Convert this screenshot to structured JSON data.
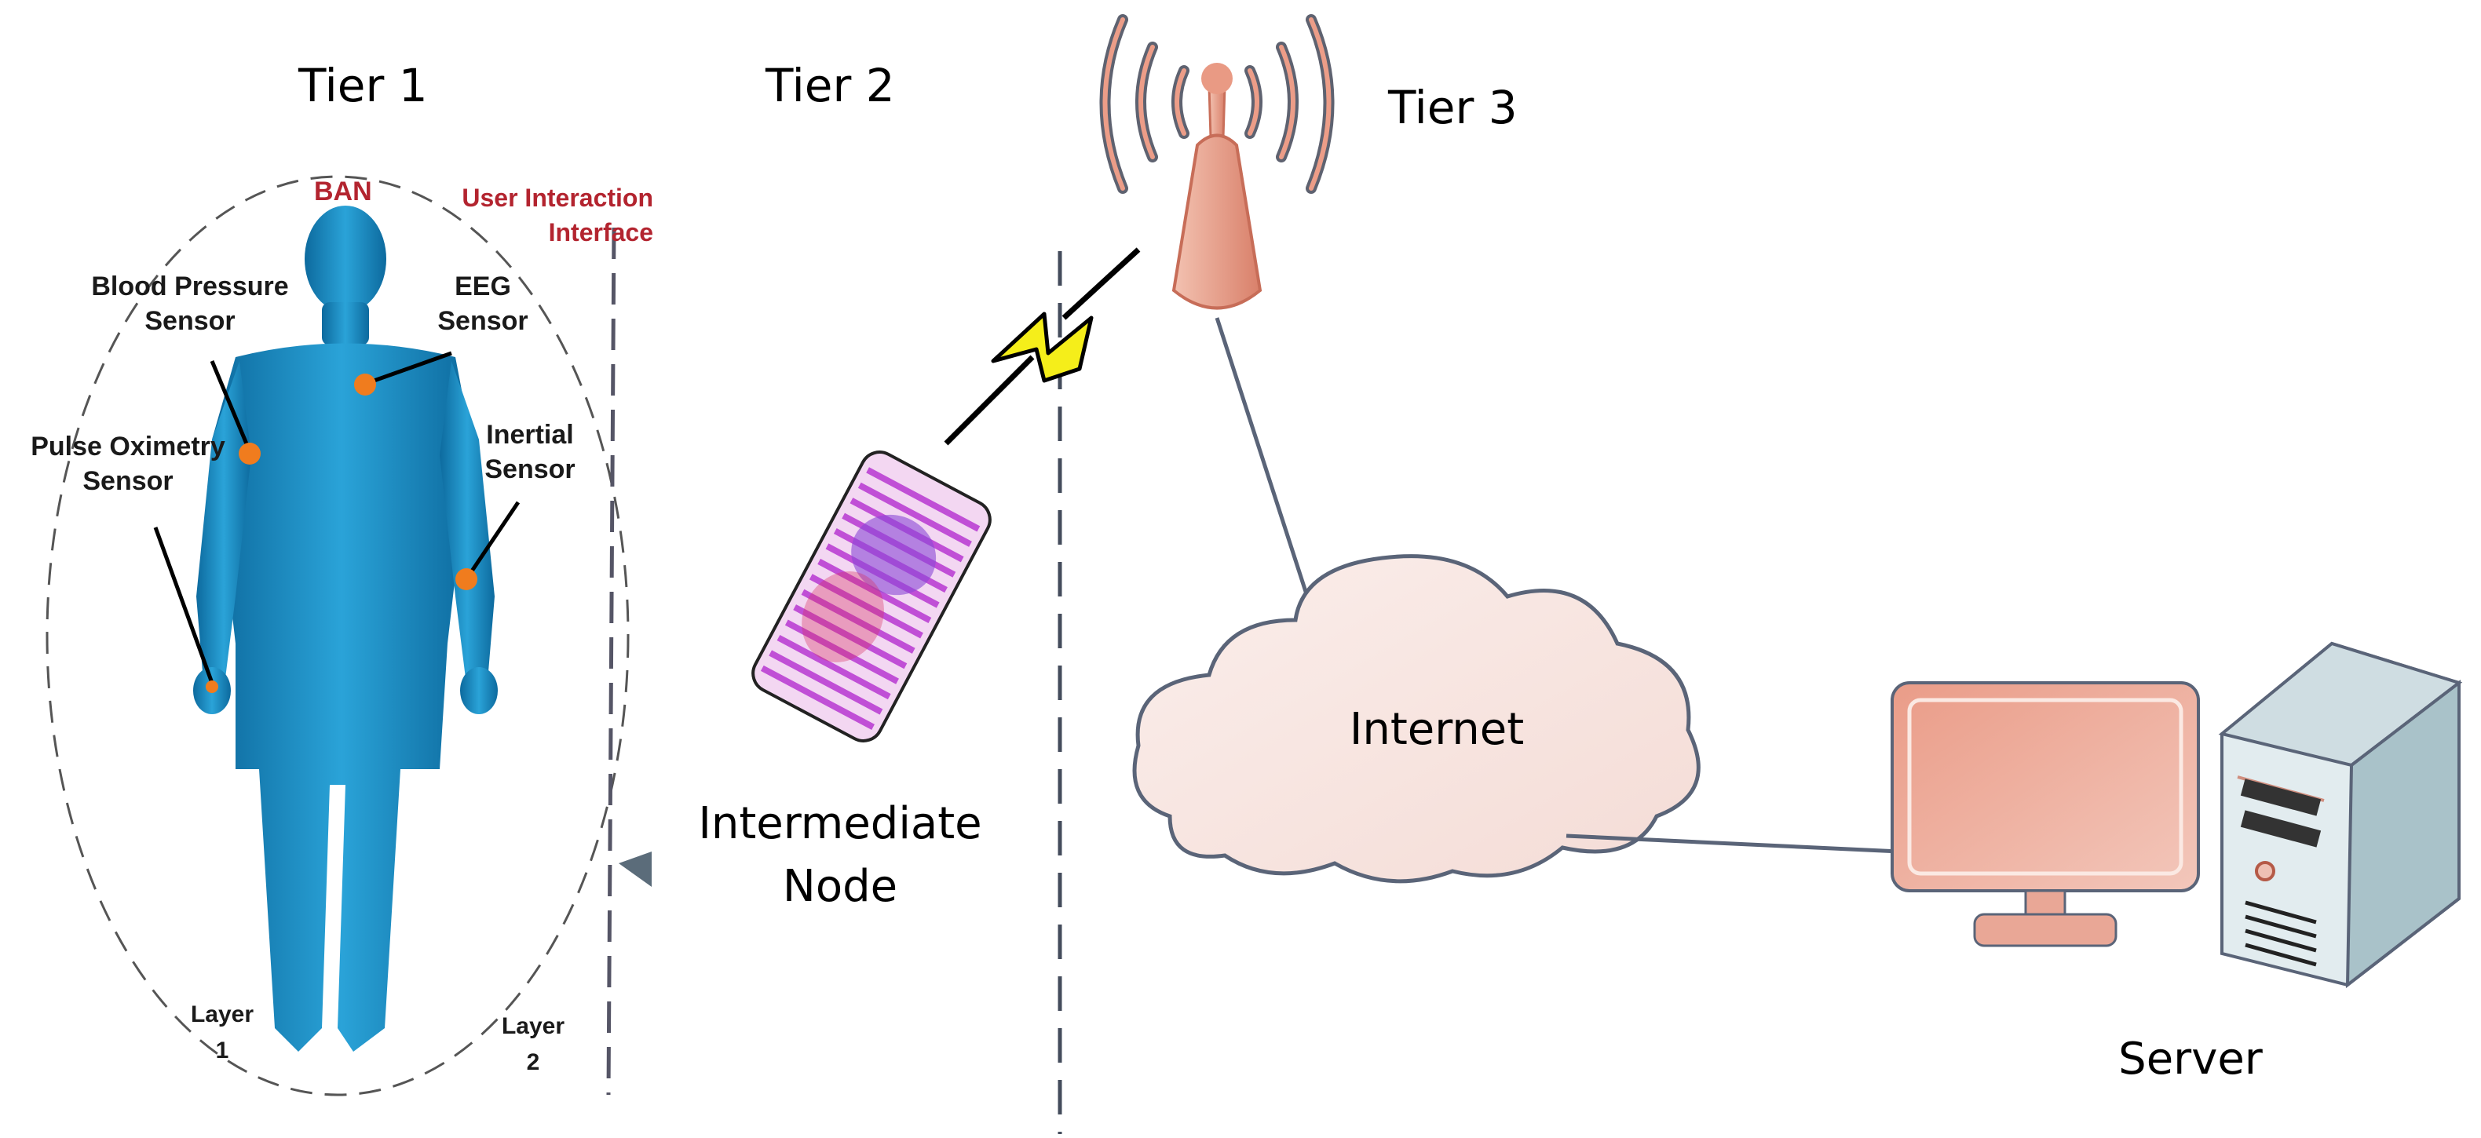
{
  "tiers": {
    "tier1": "Tier 1",
    "tier2": "Tier 2",
    "tier3": "Tier 3"
  },
  "ban": {
    "label": "BAN",
    "ui_line1": "User Interaction",
    "ui_line2": "Interface",
    "sensors": {
      "bp_line1": "Blood Pressure",
      "bp_line2": "Sensor",
      "eeg_line1": "EEG",
      "eeg_line2": "Sensor",
      "pulse_line1": "Pulse Oximetry",
      "pulse_line2": "Sensor",
      "inertial_line1": "Inertial",
      "inertial_line2": "Sensor"
    },
    "layer1_line1": "Layer",
    "layer1_line2": "1",
    "layer2_line1": "Layer",
    "layer2_line2": "2"
  },
  "intermediate": {
    "line1": "Intermediate",
    "line2": "Node"
  },
  "internet": "Internet",
  "server": "Server",
  "colors": {
    "body": "#1f8fc4",
    "sensor": "#f07c1e",
    "tower": "#e8a08a",
    "cloud_fill": "#f8e4e0",
    "line": "#5a6478",
    "monitor": "#e8a595",
    "case": "#d6e2e6",
    "bolt": "#f5ee1a"
  },
  "icons": [
    "antenna-tower-icon",
    "wireless-signal-icon",
    "lightning-link-icon",
    "phone-icon",
    "cloud-icon",
    "monitor-icon",
    "server-case-icon",
    "human-body-icon"
  ]
}
